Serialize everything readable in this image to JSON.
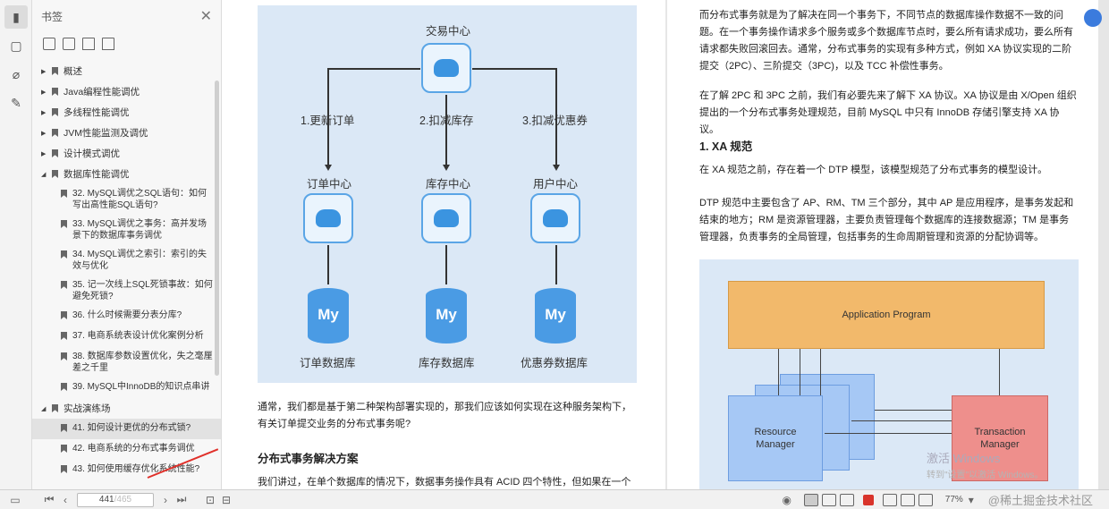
{
  "sidebar": {
    "title": "书签",
    "tree": [
      {
        "label": "概述",
        "expanded": false
      },
      {
        "label": "Java编程性能调优",
        "expanded": false
      },
      {
        "label": "多线程性能调优",
        "expanded": false
      },
      {
        "label": "JVM性能监测及调优",
        "expanded": false
      },
      {
        "label": "设计模式调优",
        "expanded": false
      },
      {
        "label": "数据库性能调优",
        "expanded": true
      },
      {
        "label": "实战演练场",
        "expanded": true
      }
    ],
    "db_children": [
      "32. MySQL调优之SQL语句：如何写出高性能SQL语句?",
      "33. MySQL调优之事务：高并发场景下的数据库事务调优",
      "34. MySQL调优之索引：索引的失效与优化",
      "35. 记一次线上SQL死锁事故：如何避免死锁?",
      "36. 什么时候需要分表分库?",
      "37. 电商系统表设计优化案例分析",
      "38. 数据库参数设置优化，失之毫厘差之千里",
      "39. MySQL中InnoDB的知识点串讲"
    ],
    "practice_children": [
      "41. 如何设计更优的分布式锁?",
      "42. 电商系统的分布式事务调优",
      "43. 如何使用缓存优化系统性能?"
    ]
  },
  "diagram1": {
    "center": "交易中心",
    "steps": [
      "1.更新订单",
      "2.扣减库存",
      "3.扣减优惠券"
    ],
    "services": [
      "订单中心",
      "库存中心",
      "用户中心"
    ],
    "dbs": [
      "订单数据库",
      "库存数据库",
      "优惠券数据库"
    ],
    "db_mark": "My"
  },
  "left_text": {
    "p1": "通常，我们都是基于第二种架构部署实现的，那我们应该如何实现在这种服务架构下，有关订单提交业务的分布式事务呢?",
    "h": "分布式事务解决方案",
    "p2": "我们讲过，在单个数据库的情况下，数据事务操作具有 ACID 四个特性，但如果在一个事"
  },
  "right_text": {
    "p1": "而分布式事务就是为了解决在同一个事务下，不同节点的数据库操作数据不一致的问题。在一个事务操作请求多个服务或多个数据库节点时，要么所有请求成功，要么所有请求都失败回滚回去。通常，分布式事务的实现有多种方式，例如 XA 协议实现的二阶提交（2PC）、三阶提交（3PC)，以及 TCC 补偿性事务。",
    "p2": "在了解 2PC 和 3PC 之前，我们有必要先来了解下 XA 协议。XA 协议是由 X/Open 组织提出的一个分布式事务处理规范，目前 MySQL 中只有 InnoDB 存储引擎支持 XA 协议。",
    "h": "1. XA 规范",
    "p3": "在 XA 规范之前，存在着一个 DTP 模型，该模型规范了分布式事务的模型设计。",
    "p4": "DTP 规范中主要包含了 AP、RM、TM 三个部分，其中 AP 是应用程序，是事务发起和结束的地方；RM 是资源管理器，主要负责管理每个数据库的连接数据源；TM 是事务管理器，负责事务的全局管理，包括事务的生命周期管理和资源的分配协调等。"
  },
  "diagram2": {
    "app": "Application Program",
    "rm": "Resource\nManager",
    "tm": "Transaction\nManager"
  },
  "watermark": {
    "line1": "激活 Windows",
    "line2": "转到\"设置\"以激活 Windows。",
    "site": "@稀土掘金技术社区"
  },
  "statusbar": {
    "page_current": "441",
    "page_total": "/465",
    "zoom": "77%"
  }
}
